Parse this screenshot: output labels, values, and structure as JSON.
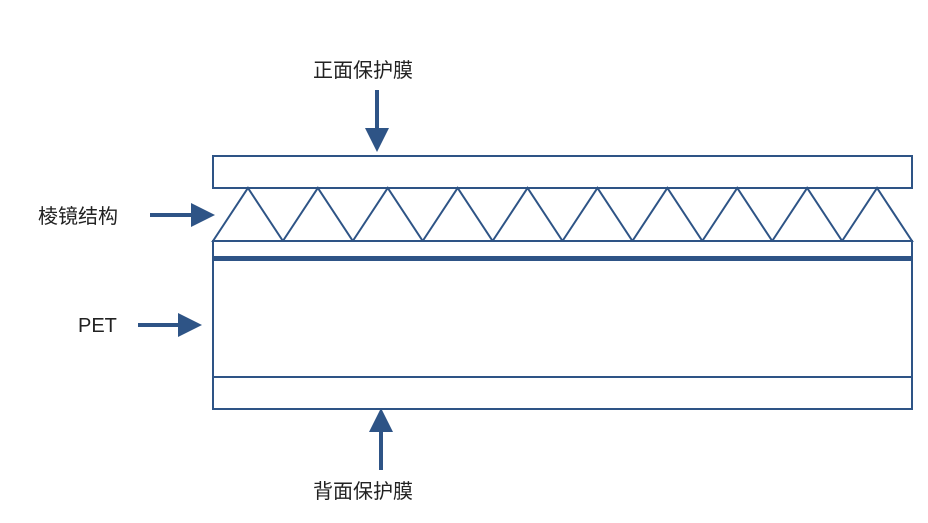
{
  "labels": {
    "front_film": "正面保护膜",
    "prism_structure": "棱镜结构",
    "pet": "PET",
    "back_film": "背面保护膜"
  },
  "colors": {
    "stroke": "#2e5486",
    "text": "#222222",
    "background": "#ffffff"
  },
  "prism_count": 10
}
